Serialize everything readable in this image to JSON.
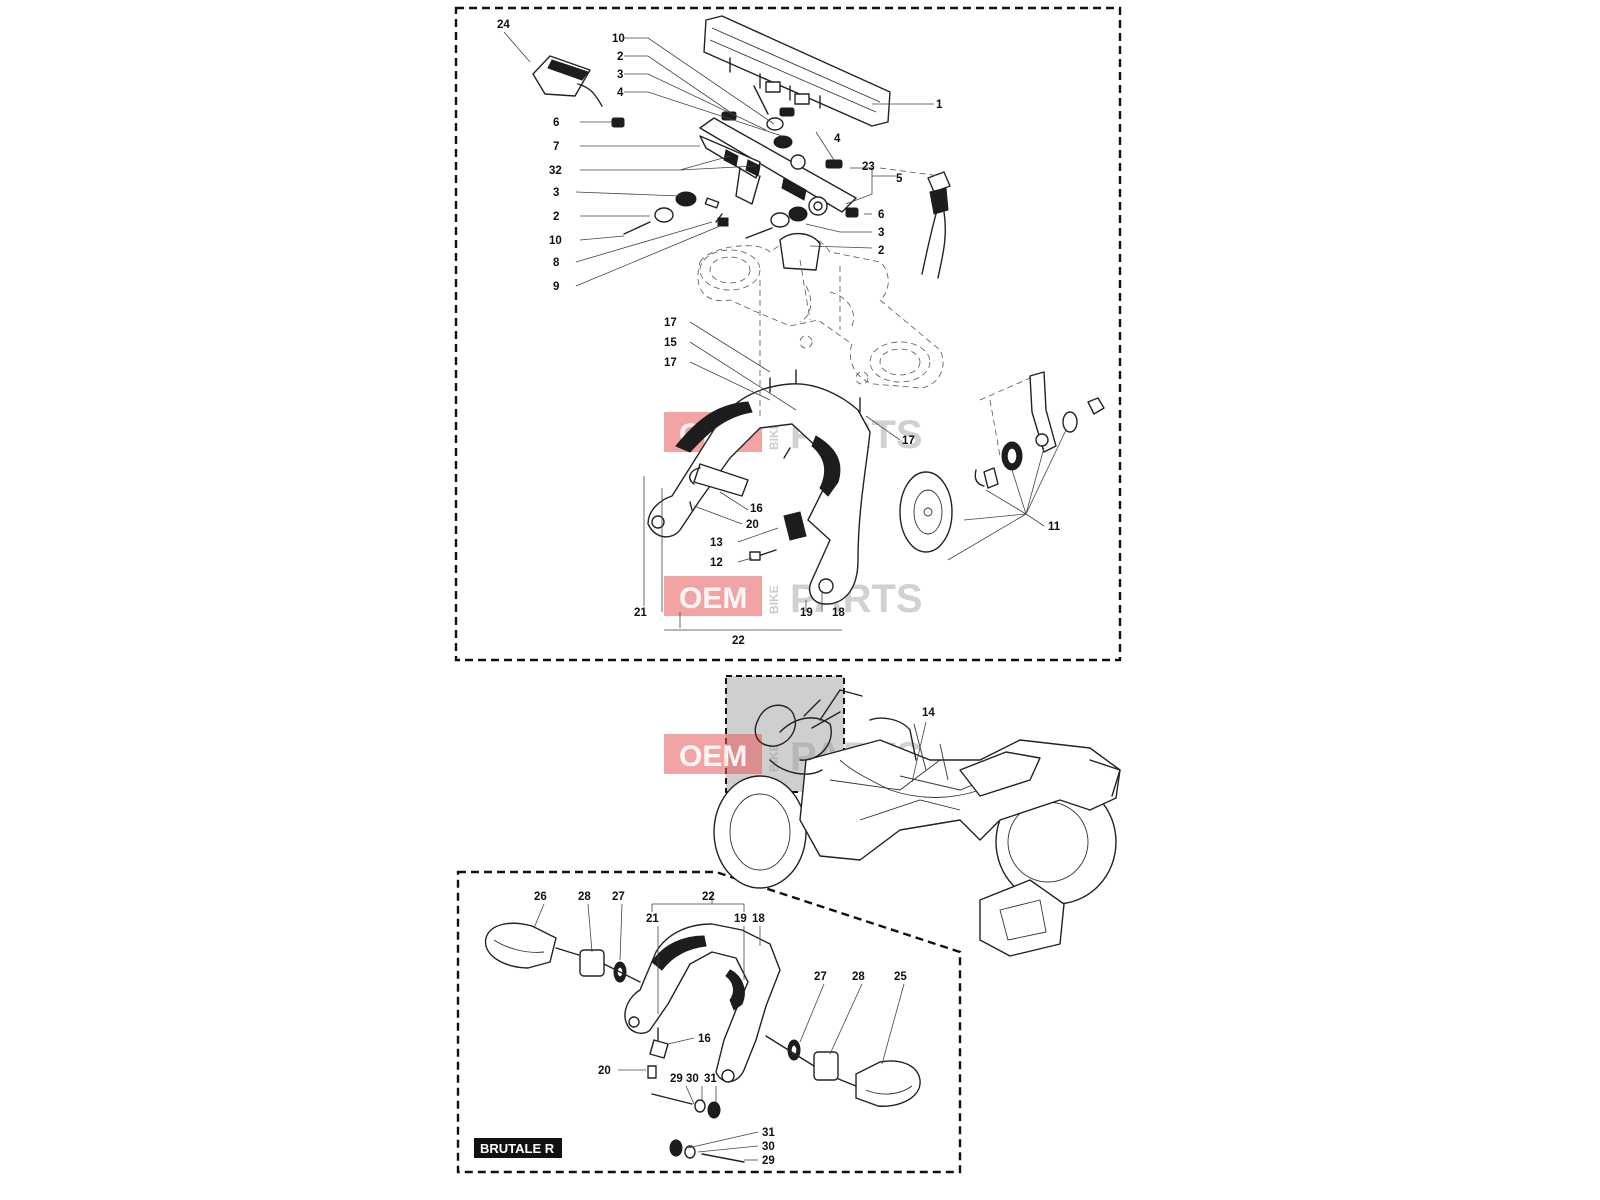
{
  "watermark": {
    "brand": "OEM",
    "word": "PARTS",
    "vertical": "BIKE",
    "colors": {
      "brand": "#e85a5a",
      "word": "#9a9a9a"
    }
  },
  "variant_badge": "BRUTALE R",
  "callouts_top": [
    "24",
    "10",
    "2",
    "3",
    "4",
    "1",
    "6",
    "4",
    "7",
    "32",
    "23",
    "5",
    "3",
    "2",
    "6",
    "10",
    "3",
    "2",
    "8",
    "9",
    "17",
    "15",
    "17",
    "17",
    "16",
    "20",
    "13",
    "12",
    "11",
    "21",
    "19",
    "18",
    "22"
  ],
  "callouts_middle": [
    "14"
  ],
  "callouts_bottom": [
    "26",
    "28",
    "27",
    "22",
    "21",
    "19",
    "18",
    "27",
    "28",
    "25",
    "16",
    "20",
    "29",
    "30",
    "31",
    "31",
    "30",
    "29"
  ],
  "icons": [
    "dashboard-instrument-icon",
    "connector-icon",
    "fork-crown-icon",
    "headlight-bracket-icon",
    "horn-icon",
    "motorcycle-frame-icon",
    "turn-signal-icon"
  ]
}
